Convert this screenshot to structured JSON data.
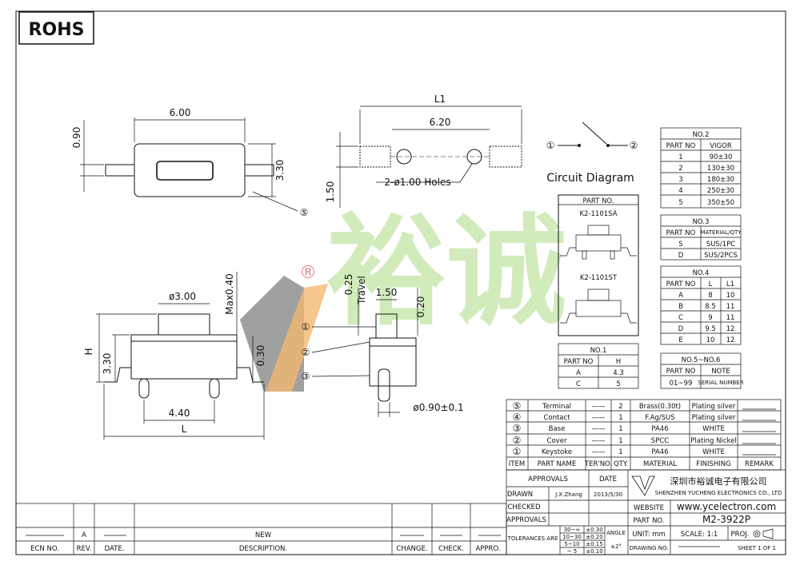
{
  "badge": {
    "rohs": "ROHS"
  },
  "watermark": {
    "brand_chars": "裕诚",
    "registered": "®"
  },
  "top_view": {
    "width_dim": "6.00",
    "lead_dim": "0.90",
    "height_dim": "3.30",
    "callout": "⑤"
  },
  "pad_view": {
    "l1_label": "L1",
    "pitch_dim": "6.20",
    "holes_label": "2-ø1.00 Holes",
    "height_dim": "1.50"
  },
  "circuit": {
    "title": "Circuit Diagram",
    "pin1": "①",
    "pin2": "②"
  },
  "side_view": {
    "cap_dia": "ø3.00",
    "max_dim": "Max0.40",
    "h_label": "H",
    "body_h": "3.30",
    "lead_h": "0.30",
    "pitch": "4.40",
    "l_label": "L"
  },
  "front_view": {
    "travel_dim": "0.25",
    "travel_label": "Travel",
    "width_dim": "1.50",
    "right_dim": "0.20",
    "post_dia": "ø0.90±0.1",
    "callouts": [
      "①",
      "②",
      "③"
    ]
  },
  "part_box": {
    "header": "PART NO.",
    "variant1": "K2-1101SA",
    "variant2": "K2-1101ST"
  },
  "no2": {
    "title": "NO.2",
    "headers": [
      "PART NO",
      "VIGOR"
    ],
    "rows": [
      [
        "1",
        "90±30"
      ],
      [
        "2",
        "130±30"
      ],
      [
        "3",
        "180±30"
      ],
      [
        "4",
        "250±30"
      ],
      [
        "5",
        "350±50"
      ]
    ]
  },
  "no3": {
    "title": "NO.3",
    "headers": [
      "PART NO",
      "MATERIAL/QTY"
    ],
    "rows": [
      [
        "S",
        "SUS/1PC"
      ],
      [
        "D",
        "SUS/2PCS"
      ]
    ]
  },
  "no4": {
    "title": "NO.4",
    "headers": [
      "PART NO",
      "L",
      "L1"
    ],
    "rows": [
      [
        "A",
        "8",
        "10"
      ],
      [
        "B",
        "8.5",
        "11"
      ],
      [
        "C",
        "9",
        "11"
      ],
      [
        "D",
        "9.5",
        "12"
      ],
      [
        "E",
        "10",
        "12"
      ]
    ]
  },
  "no1": {
    "title": "NO.1",
    "headers": [
      "PART NO",
      "H"
    ],
    "rows": [
      [
        "A",
        "4.3"
      ],
      [
        "C",
        "5"
      ]
    ]
  },
  "no56": {
    "title": "NO.5~NO.6",
    "headers": [
      "PART NO",
      "NOTE"
    ],
    "rows": [
      [
        "01~99",
        "SERIAL NUMBER"
      ]
    ]
  },
  "bom": {
    "rows": [
      [
        "⑤",
        "Terminal",
        "——",
        "2",
        "Brass(0.30t)",
        "Plating silver"
      ],
      [
        "④",
        "Contact",
        "——",
        "1",
        "F.Ag/SUS",
        "Plating silver"
      ],
      [
        "③",
        "Base",
        "——",
        "1",
        "PA46",
        "WHITE"
      ],
      [
        "②",
        "Cover",
        "——",
        "1",
        "SPCC",
        "Plating Nickel"
      ],
      [
        "①",
        "Keystoke",
        "——",
        "1",
        "PA46",
        "WHITE"
      ]
    ],
    "header": [
      "ITEM",
      "PART NAME",
      "TER'NO.",
      "QTY.",
      "MATERIAL",
      "FINISHING",
      "REMARK"
    ]
  },
  "title_block": {
    "approvals_hdr": "APPROVALS",
    "date_hdr": "DATE",
    "drawn": "DRAWN",
    "drawn_by": "J.X.Zhang",
    "drawn_date": "2013/5/30",
    "checked": "CHECKED",
    "approvals": "APPROVALS",
    "company_cn": "深圳市裕诚电子有限公司",
    "company_en": "SHENZHEN YUCHENG ELECTRONICS CO., LTD",
    "website_label": "WEBSITE",
    "website": "www.ycelectron.com",
    "part_no_label": "PART NO.",
    "part_no": "M2-3922P",
    "unit": "UNIT: mm",
    "scale": "SCALE: 1:1",
    "proj": "PROJ.",
    "drawing_no": "DRAWING NO.",
    "sheet": "SHEET   1  OF  1",
    "tol_label": "TOLERANCES ARE",
    "tol_ranges": [
      "30~∞",
      "10~30",
      "5~10",
      "~ 5"
    ],
    "tol_values": [
      "±0.30",
      "±0.20",
      "±0.15",
      "±0.10"
    ],
    "angle_label": "ANGLE",
    "angle_value": "±2°"
  },
  "revision": {
    "row": {
      "rev": "A",
      "desc": "NEW"
    },
    "headers": [
      "ECN  NO.",
      "REV.",
      "DATE.",
      "DESCRIPTION.",
      "CHANGE.",
      "CHECK.",
      "APPRO."
    ]
  }
}
